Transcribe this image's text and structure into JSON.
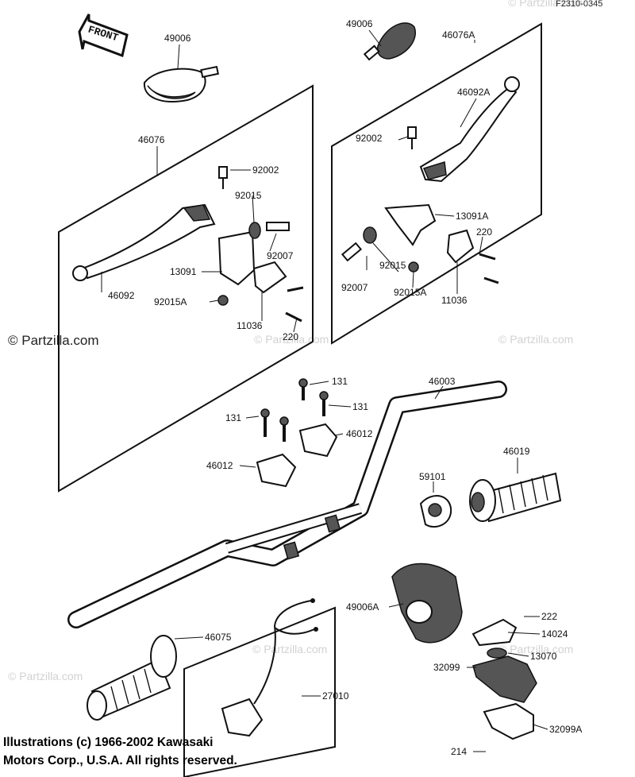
{
  "diagram_code": "F2310-0345",
  "front_label": "FRONT",
  "watermark": "© Partzilla.com",
  "copyright_line1": "Illustrations (c) 1966-2002 Kawasaki",
  "copyright_line2": "Motors Corp., U.S.A.  All rights reserved.",
  "parts": {
    "p49006_left": "49006",
    "p49006_right": "49006",
    "p46076A": "46076A",
    "p46092A": "46092A",
    "p92002_right": "92002",
    "p13091A": "13091A",
    "p220_right": "220",
    "p92007_right": "92007",
    "p92015_right": "92015",
    "p92015A_right": "92015A",
    "p11036_right": "11036",
    "p46076": "46076",
    "p92002_left": "92002",
    "p92015_left": "92015",
    "p92007_left": "92007",
    "p13091": "13091",
    "p46092": "46092",
    "p92015A_left": "92015A",
    "p11036_left": "11036",
    "p220_left": "220",
    "p131_a": "131",
    "p131_b": "131",
    "p131_c": "131",
    "p46003": "46003",
    "p46012_a": "46012",
    "p46012_b": "46012",
    "p59101": "59101",
    "p46019": "46019",
    "p49006A": "49006A",
    "p222": "222",
    "p14024": "14024",
    "p13070": "13070",
    "p32099": "32099",
    "p46075": "46075",
    "p27010": "27010",
    "p32099A": "32099A",
    "p214": "214"
  }
}
